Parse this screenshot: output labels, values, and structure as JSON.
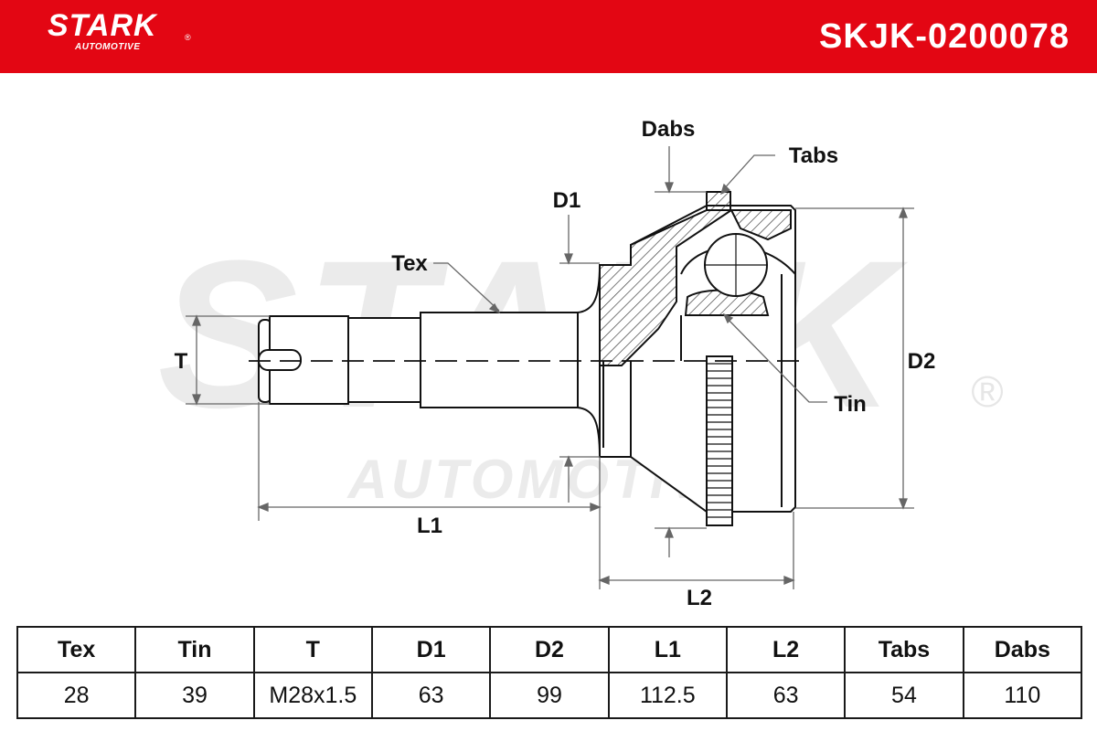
{
  "header": {
    "brand": "STARK",
    "brand_sub": "AUTOMOTIVE",
    "registered_mark": "®",
    "part_number": "SKJK-0200078",
    "color": "#e30613"
  },
  "watermark": {
    "main": "STARK",
    "sub": "AUTOMOTIVE",
    "mark": "®"
  },
  "diagram_labels": {
    "tex": "Tex",
    "tin": "Tin",
    "t": "T",
    "d1": "D1",
    "d2": "D2",
    "l1": "L1",
    "l2": "L2",
    "tabs": "Tabs",
    "dabs": "Dabs"
  },
  "spec_table": {
    "headers": [
      "Tex",
      "Tin",
      "T",
      "D1",
      "D2",
      "L1",
      "L2",
      "Tabs",
      "Dabs"
    ],
    "values": [
      "28",
      "39",
      "M28x1.5",
      "63",
      "99",
      "112.5",
      "63",
      "54",
      "110"
    ]
  }
}
